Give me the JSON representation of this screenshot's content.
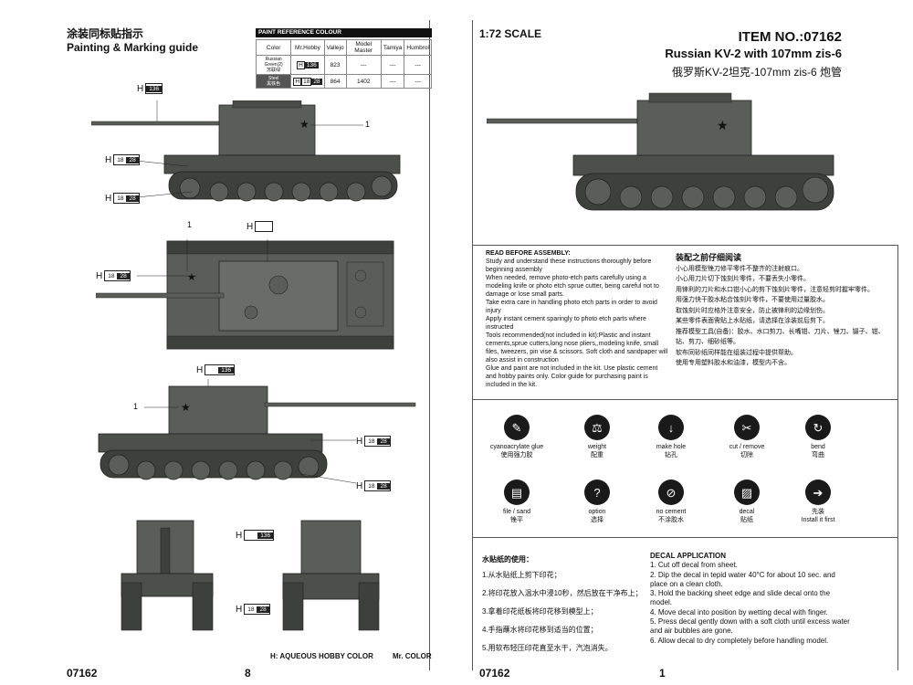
{
  "left_page": {
    "title_cn": "涂装同标贴指示",
    "title_en": "Painting & Marking guide",
    "ref_table": {
      "title": "PAINT  REFERENCE COLOUR",
      "headers": [
        "Color",
        "Mr.Hobby",
        "Vallejo",
        "Model Master",
        "Tamiya",
        "Humbrol"
      ],
      "rows": [
        {
          "color_en": "Russian Green(2)",
          "color_cn": "苏联绿",
          "hobby_code": "136",
          "vallejo": "823",
          "model_master": "---",
          "tamiya": "---",
          "humbrol": "---"
        },
        {
          "color_en": "Steel",
          "color_cn": "黑铁色",
          "hobby_code": "18",
          "hobby_code2": "28",
          "vallejo": "864",
          "model_master": "1402",
          "tamiya": "---",
          "humbrol": "---"
        }
      ]
    },
    "labels": {
      "h": "H",
      "code_136": "136",
      "code_18": "18",
      "code_28": "28",
      "callout_1": "1"
    },
    "legend": {
      "aqueous": "H: AQUEOUS HOBBY COLOR",
      "mr": "Mr. COLOR"
    },
    "footer_code": "07162",
    "page_number": "8"
  },
  "right_page": {
    "scale": "1:72 SCALE",
    "item_no": "ITEM NO.:07162",
    "title_en": "Russian KV-2 with 107mm zis-6",
    "title_cn": "俄罗斯KV-2坦克-107mm zis-6 炮管",
    "read_before": {
      "heading": "READ BEFORE ASSEMBLY:",
      "items": [
        "Study and understand these instructions thoroughly before beginning assembly",
        "When needed, remove photo-etch parts carefully using a modeling knife or photo etch sprue cutter, being careful not to damage or lose small parts.",
        "Take extra care in handling photo etch parts in order to avoid injury",
        "Apply instant cement sparingly to photo etch parts where instructed",
        "Tools recommended(not included in kit):Plastic and instant cements,sprue cutters,long nose pliers,,modeling knife, small files, tweezers, pin vise & scissors. Soft cloth and sandpaper will also assist in construction",
        "Glue and paint are not included in the kit. Use plastic cement and hobby paints only. Color guide for purchasing paint is included in the kit."
      ]
    },
    "read_before_cn": {
      "heading": "装配之前仔细阅读",
      "items": [
        "小心用模型锉刀修平零件不整齐的注射痕口。",
        "小心用刀片切下蚀刻片零件，不要丢失小零件。",
        "用锋利的刀片和水口钳小心的剪下蚀刻片零件，注意轻剪时握牢零件。",
        "用强力快干胶水粘合蚀刻片零件，不要使用过量胶水。",
        "取蚀刻片时应格外注意安全，防止被锋利的边缘划伤。",
        "某些零件表面需贴上水贴纸，请选择在涂装前后剪下。",
        "推荐模型工具(自备)：胶水、水口剪刀、长嘴钳、刀片、锉刀、镊子、钳、钻、剪刀、细砂纸等。",
        "软布同砂纸同样能在组装过程中提供帮助。",
        "使用专用塑料胶水和油漆，模型内不含。"
      ]
    },
    "icons": [
      {
        "name": "cyanoacrylate-glue-icon",
        "glyph": "✎",
        "en": "cyanoacrylate glue",
        "cn": "使用强力胶"
      },
      {
        "name": "weight-icon",
        "glyph": "⚖",
        "en": "weight",
        "cn": "配重"
      },
      {
        "name": "make-hole-icon",
        "glyph": "↓",
        "en": "make hole",
        "cn": "钻孔"
      },
      {
        "name": "cut-remove-icon",
        "glyph": "✂",
        "en": "cut / remove",
        "cn": "切除"
      },
      {
        "name": "bend-icon",
        "glyph": "↻",
        "en": "bend",
        "cn": "弯曲"
      },
      {
        "name": "file-sand-icon",
        "glyph": "▤",
        "en": "file / sand",
        "cn": "锉平"
      },
      {
        "name": "option-icon",
        "glyph": "?",
        "en": "option",
        "cn": "选择"
      },
      {
        "name": "no-cement-icon",
        "glyph": "⊘",
        "en": "no cement",
        "cn": "不涂胶水"
      },
      {
        "name": "decal-icon",
        "glyph": "▨",
        "en": "decal",
        "cn": "贴纸"
      },
      {
        "name": "install-first-icon",
        "glyph": "➔",
        "en": "Install it first",
        "cn": "先装"
      }
    ],
    "decal_cn": {
      "heading": "水贴纸的使用：",
      "items": [
        "1.从水贴纸上剪下印花；",
        "2.将印花放入温水中浸10秒，然后放在干净布上；",
        "3.拿着印花纸板将印花移到模型上；",
        "4.手指蘸水将印花移到适当的位置；",
        "5.用软布轻压印花直至水干，汽泡消失。"
      ]
    },
    "decal_en": {
      "heading": "DECAL APPLICATION",
      "items": [
        "1. Cut off decal from sheet.",
        "2. Dip the decal in tepid water 40°C for about 10 sec. and place on a clean cloth.",
        "3. Hold the backing sheet edge and slide decal onto the model.",
        "4. Move decal into position by wetting decal with finger.",
        "5. Press decal gently down with a soft cloth until excess water and air bubbles are gone.",
        "6. Allow decal to dry completely before handling model."
      ]
    },
    "footer_code": "07162",
    "page_number": "1"
  },
  "colors": {
    "tank_green": "#5b5e58",
    "tank_dark": "#3e403c",
    "ink": "#111111"
  }
}
